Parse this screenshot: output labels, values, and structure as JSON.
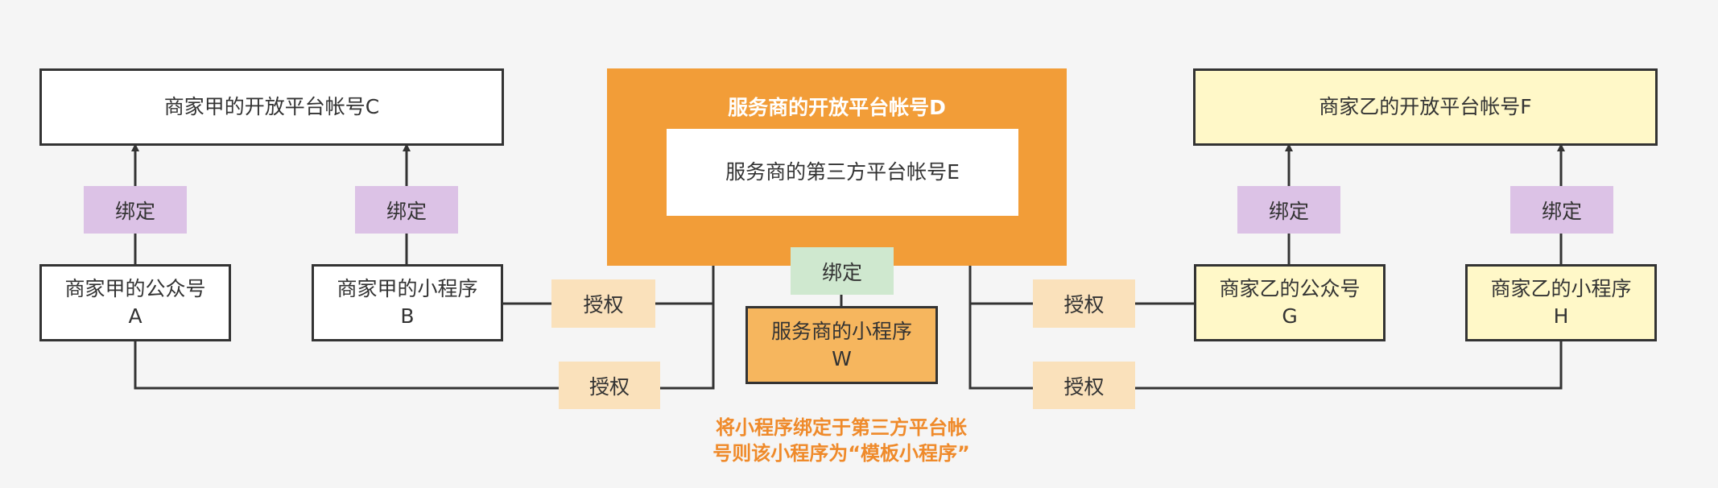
{
  "diagram": {
    "nodes": {
      "C": {
        "label": "商家甲的开放平台帐号C"
      },
      "A": {
        "line1": "商家甲的公众号",
        "line2": "A"
      },
      "B": {
        "line1": "商家甲的小程序",
        "line2": "B"
      },
      "D": {
        "label": "服务商的开放平台帐号D"
      },
      "E": {
        "label": "服务商的第三方平台帐号E"
      },
      "W": {
        "line1": "服务商的小程序",
        "line2": "W"
      },
      "F": {
        "label": "商家乙的开放平台帐号F"
      },
      "G": {
        "line1": "商家乙的公众号",
        "line2": "G"
      },
      "H": {
        "line1": "商家乙的小程序",
        "line2": "H"
      }
    },
    "edge_labels": {
      "bind_a_c": "绑定",
      "bind_b_c": "绑定",
      "bind_w_e": "绑定",
      "bind_g_f": "绑定",
      "bind_h_f": "绑定",
      "auth_b_e": "授权",
      "auth_a_e": "授权",
      "auth_g_e": "授权",
      "auth_h_e": "授权"
    },
    "note": {
      "line1": "将小程序绑定于第三方平台帐",
      "line2": "号则该小程序为“模板小程序”"
    },
    "colors": {
      "container": "#f29d38",
      "w_box": "#f6b65e",
      "merchant_b": "#fff8c8",
      "bind_tag": "#dcc2e6",
      "auth_tag": "#fae1bb",
      "bind_tag_w": "#cfe8cf",
      "note_text": "#ef8a2a",
      "line": "#333333"
    }
  }
}
